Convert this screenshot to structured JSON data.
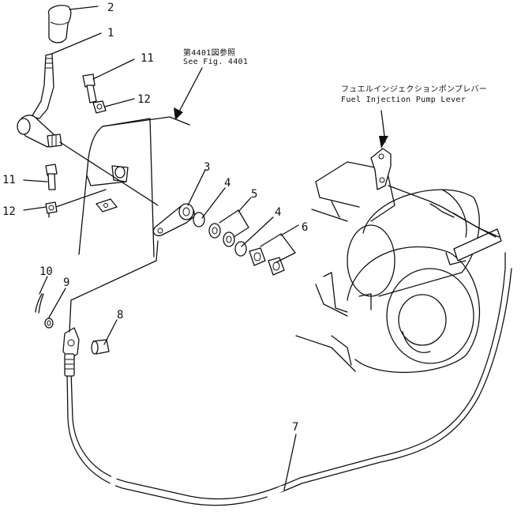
{
  "callouts": {
    "p1": "1",
    "p2": "2",
    "p3": "3",
    "p4a": "4",
    "p4b": "4",
    "p5": "5",
    "p6": "6",
    "p7": "7",
    "p8": "8",
    "p9": "9",
    "p10": "10",
    "p11a": "11",
    "p11b": "11",
    "p12a": "12",
    "p12b": "12"
  },
  "notes": {
    "see_fig_jp": "第4401図参照",
    "see_fig_en": "See Fig. 4401",
    "pump_lever_jp": "フュエルインジェクションポンプレバー",
    "pump_lever_en": "Fuel Injection Pump Lever"
  }
}
